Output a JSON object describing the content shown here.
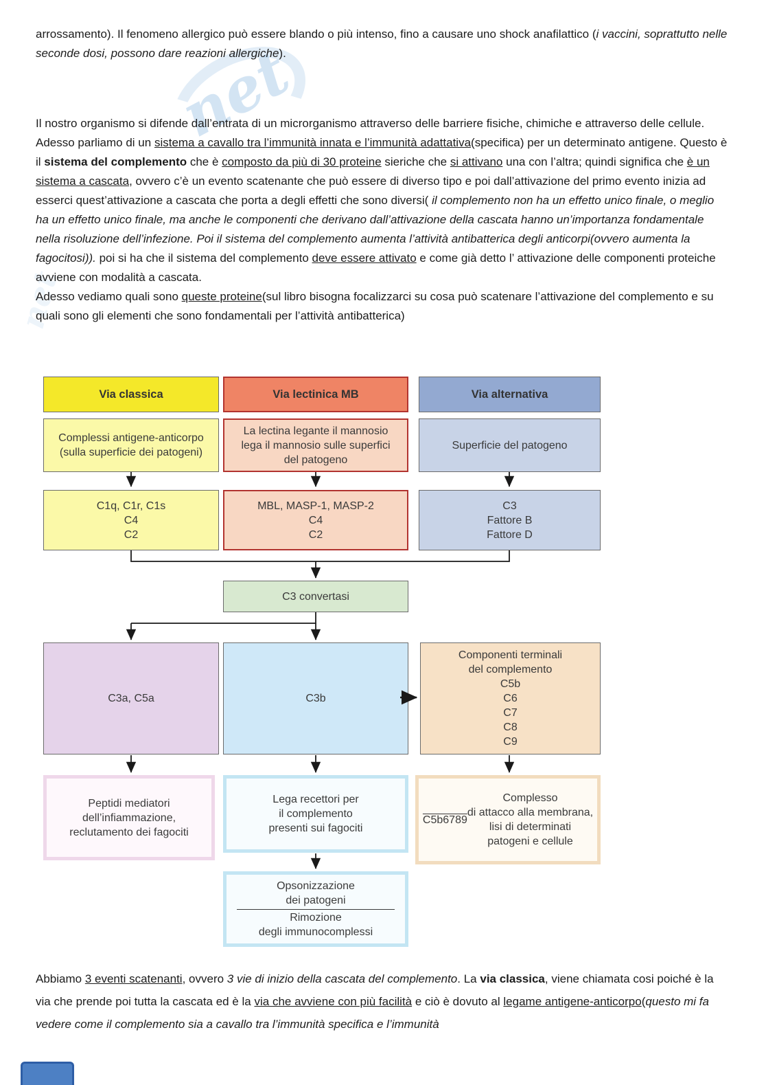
{
  "page": {
    "paragraph_top": [
      {
        "t": "arrossamento). Il fenomeno allergico può essere blando o più intenso, fino a causare uno shock anafilattico ("
      },
      {
        "t": "i vaccini, soprattutto nelle seconde dosi, possono dare reazioni allergiche",
        "i": true
      },
      {
        "t": ")."
      }
    ],
    "paragraph_body1": [
      {
        "t": "Il nostro organismo si difende dall’entrata di un microrganismo attraverso delle barriere fisiche, chimiche e attraverso delle cellule."
      }
    ],
    "paragraph_body2": [
      {
        "t": "Adesso parliamo di un "
      },
      {
        "t": "sistema a cavallo tra l’immunità innata e l’immunità adattativa",
        "u": true
      },
      {
        "t": "(specifica) per un determinato antigene. Questo è il "
      },
      {
        "t": "sistema del complemento",
        "b": true
      },
      {
        "t": " che è "
      },
      {
        "t": "composto da più di 30 proteine",
        "u": true
      },
      {
        "t": " sieriche che "
      },
      {
        "t": "si attivano",
        "u": true
      },
      {
        "t": " una con l’altra; quindi significa  che "
      },
      {
        "t": "è un sistema a cascata",
        "u": true
      },
      {
        "t": ", ovvero c’è un evento scatenante che può essere di diverso tipo e poi dall’attivazione del primo evento inizia ad esserci quest’attivazione a cascata che porta a degli effetti che sono diversi("
      },
      {
        "t": " il complemento non ha un effetto unico finale, o meglio ha un effetto unico finale, ma anche le componenti che derivano dall’attivazione della cascata hanno un’importanza fondamentale nella risoluzione dell’infezione. Poi il sistema del complemento aumenta l’attività antibatterica degli anticorpi(ovvero aumenta la fagocitosi)).",
        "i": true
      },
      {
        "t": " poi si ha che il sistema del complemento "
      },
      {
        "t": "deve essere attivato",
        "u": true
      },
      {
        "t": " e come già detto l’ attivazione delle componenti proteiche avviene con modalità a cascata."
      }
    ],
    "paragraph_body3": [
      {
        "t": "Adesso vediamo quali sono "
      },
      {
        "t": "queste proteine",
        "u": true
      },
      {
        "t": "(sul libro bisogna focalizzarci su cosa può scatenare l’attivazione del complemento e su quali sono gli elementi che sono fondamentali per l’attività antibatterica)"
      }
    ],
    "paragraph_bottom": [
      {
        "t": "Abbiamo "
      },
      {
        "t": "3 eventi scatenanti",
        "u": true
      },
      {
        "t": ", ovvero "
      },
      {
        "t": "3 vie di inizio della cascata del complemento",
        "i": true
      },
      {
        "t": ". La "
      },
      {
        "t": "via classica",
        "b": true
      },
      {
        "t": ", viene chiamata cosi poiché è la via che prende poi tutta la cascata ed è la "
      },
      {
        "t": "via che avviene con più facilità",
        "u": true
      },
      {
        "t": " e ciò è dovuto al "
      },
      {
        "t": "legame antigene-anticorpo",
        "u": true
      },
      {
        "t": "("
      },
      {
        "t": "questo mi fa vedere come il complemento sia a cavallo tra l’immunità specifica e l’immunità",
        "i": true
      }
    ]
  },
  "flowchart": {
    "classical": {
      "header": "Via classica",
      "trigger": "Complessi antigene-anticorpo\n(sulla superficie dei patogeni)",
      "components": "C1q, C1r, C1s\nC4\nC2"
    },
    "lectin": {
      "header": "Via lectinica MB",
      "trigger": "La lectina legante il mannosio\nlega il mannosio sulle superfici\ndel patogeno",
      "components": "MBL, MASP-1, MASP-2\nC4\nC2"
    },
    "alternative": {
      "header": "Via alternativa",
      "trigger": "Superficie del patogeno",
      "components": "C3\nFattore B\nFattore D"
    },
    "convertase": "C3 convertasi",
    "c3a_c5a": "C3a, C5a",
    "c3b": "C3b",
    "terminal": "Componenti terminali\ndel complemento\nC5b\nC6\nC7\nC8\nC9",
    "peptides": "Peptidi mediatori\ndell’infiammazione,\nreclutamento dei fagociti",
    "receptors": "Lega recettori per\nil complemento\npresenti sui fagociti",
    "mac_runs": [
      {
        "t": "C5b6789",
        "o": true
      },
      {
        "t": " Complesso\ndi attacco alla membrana,\nlisi di determinati\npatogeni e cellule"
      }
    ],
    "opsonization": "Opsonizzazione\ndei patogeni",
    "removal": "Rimozione\ndegli immunocomplessi"
  },
  "watermark": {
    "text": "net"
  },
  "colors": {
    "header_yellow": "#f4e829",
    "pale_yellow": "#fbf9a8",
    "header_orange": "#ef8465",
    "pale_orange": "#f8d7c3",
    "red_border": "#b23430",
    "header_blue": "#93a9d1",
    "pale_blue": "#c8d3e7",
    "green": "#d8e9d0",
    "lilac": "#e5d3ea",
    "light_blue": "#cfe8f8",
    "peach": "#f7e1c6",
    "pink_border": "#efd8ea",
    "blue_border": "#c3e5f3",
    "tan_border": "#f2dcbe",
    "corner_blue": "#4d80c4"
  }
}
